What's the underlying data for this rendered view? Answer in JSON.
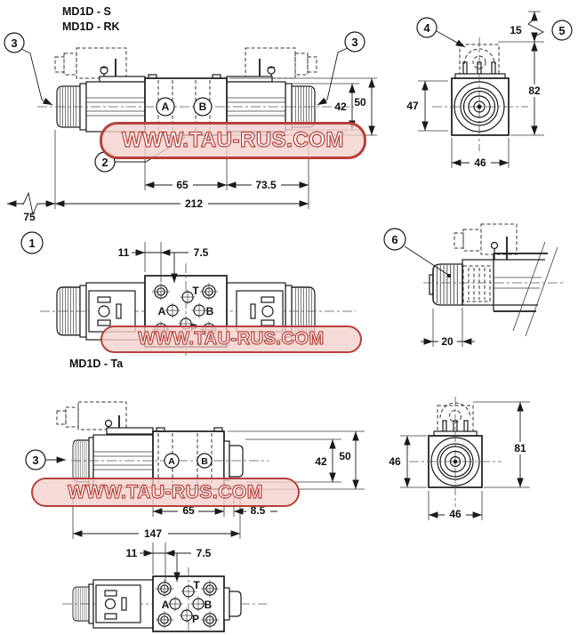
{
  "page": {
    "background": "#ffffff",
    "line_color": "#1a1a1a"
  },
  "titles": {
    "s": "MD1D - S",
    "rk": "MD1D - RK",
    "ta": "MD1D - Ta"
  },
  "watermark": {
    "text": "WWW.TAU-RUS.COM",
    "border_color": "#b5423b",
    "fill_color": "#f3d0cc",
    "text_color": "#ffffff"
  },
  "balloons": {
    "b1": "1",
    "b2": "2",
    "b3": "3",
    "b4": "4",
    "b5": "5",
    "b6": "6"
  },
  "ports": {
    "a": "A",
    "b": "B",
    "t": "T",
    "p": "P"
  },
  "dims": {
    "top_side": {
      "d42": "42",
      "d50": "50",
      "d65": "65",
      "d73_5": "73.5",
      "d212": "212",
      "d75": "75"
    },
    "top_end": {
      "d47": "47",
      "d82": "82",
      "d46": "46",
      "d15": "15"
    },
    "plan_top": {
      "d11": "11",
      "d7_5": "7.5"
    },
    "detail": {
      "d20": "20"
    },
    "bottom_side": {
      "d42": "42",
      "d50": "50",
      "d65": "65",
      "d8_5": "8.5",
      "d147": "147"
    },
    "bottom_end": {
      "d46_height": "46",
      "d81": "81",
      "d46_width": "46"
    },
    "plan_bottom": {
      "d11": "11",
      "d7_5": "7.5"
    }
  }
}
